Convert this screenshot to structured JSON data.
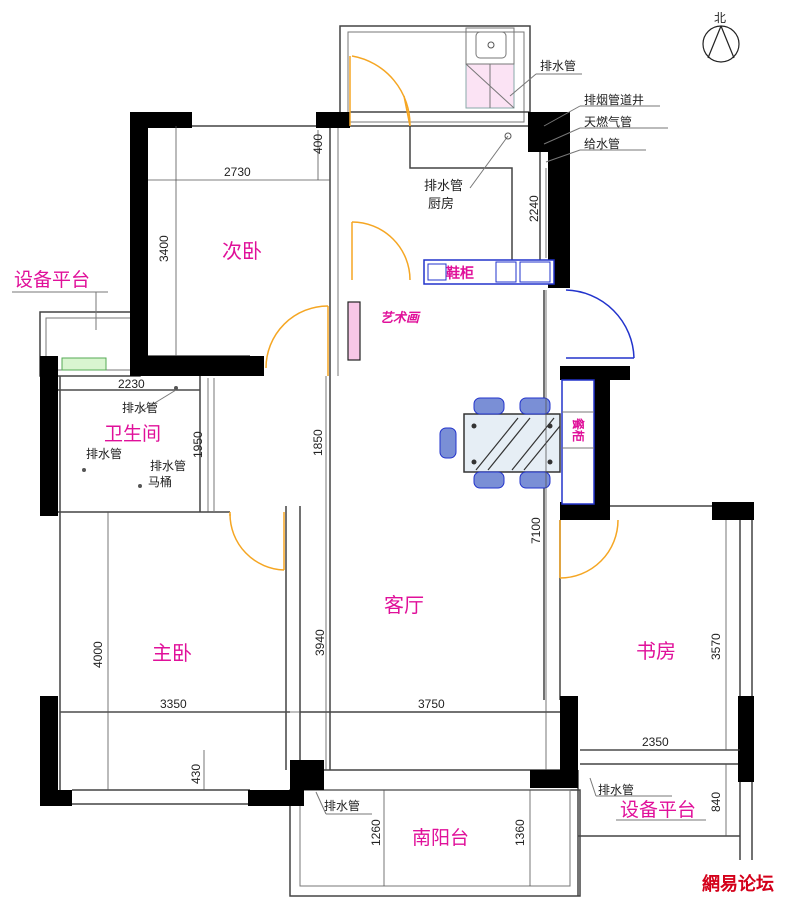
{
  "compass": {
    "label": "北"
  },
  "rooms": {
    "second_bedroom": "次卧",
    "kitchen": "厨房",
    "bathroom": "卫生间",
    "master_bedroom": "主卧",
    "living_room": "客厅",
    "study": "书房",
    "south_balcony": "南阳台",
    "equipment_platform_left": "设备平台",
    "equipment_platform_right": "设备平台"
  },
  "fixtures": {
    "shoe_cabinet": "鞋柜",
    "art_painting": "艺术画",
    "dining_cabinet": "餐柜",
    "toilet": "马桶"
  },
  "pipe_labels": {
    "drain_pipe": "排水管",
    "smoke_shaft": "排烟管道井",
    "gas_pipe": "天燃气管",
    "water_supply": "给水管"
  },
  "dimensions": {
    "d2730": "2730",
    "d400": "400",
    "d3400": "3400",
    "d2240": "2240",
    "d2230": "2230",
    "d1950": "1950",
    "d1850": "1850",
    "d7100": "7100",
    "d4000": "4000",
    "d3940": "3940",
    "d3570": "3570",
    "d3350": "3350",
    "d3750": "3750",
    "d2350": "2350",
    "d430": "430",
    "d840": "840",
    "d1260": "1260",
    "d1360": "1360"
  },
  "watermark": "網易论坛"
}
